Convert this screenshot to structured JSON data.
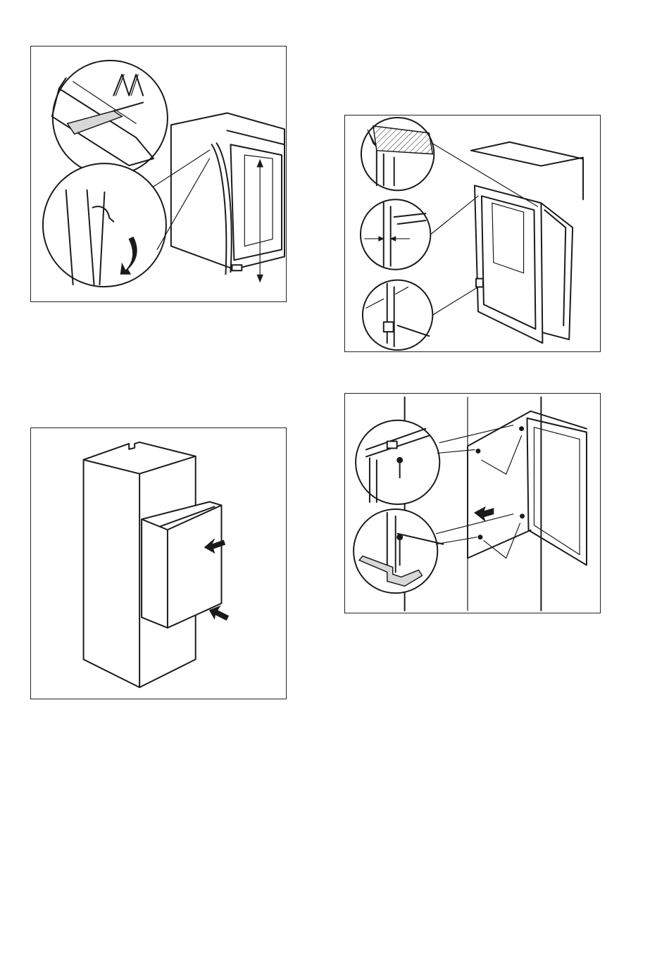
{
  "document": {
    "figures": [
      {
        "id": "fig-seal-strip"
      },
      {
        "id": "fig-door-gaps"
      },
      {
        "id": "fig-push-in"
      },
      {
        "id": "fig-screw-fixing"
      }
    ]
  },
  "colors": {
    "line": "#1a1a1a",
    "background": "#ffffff",
    "shade": "#d8d8d8"
  }
}
